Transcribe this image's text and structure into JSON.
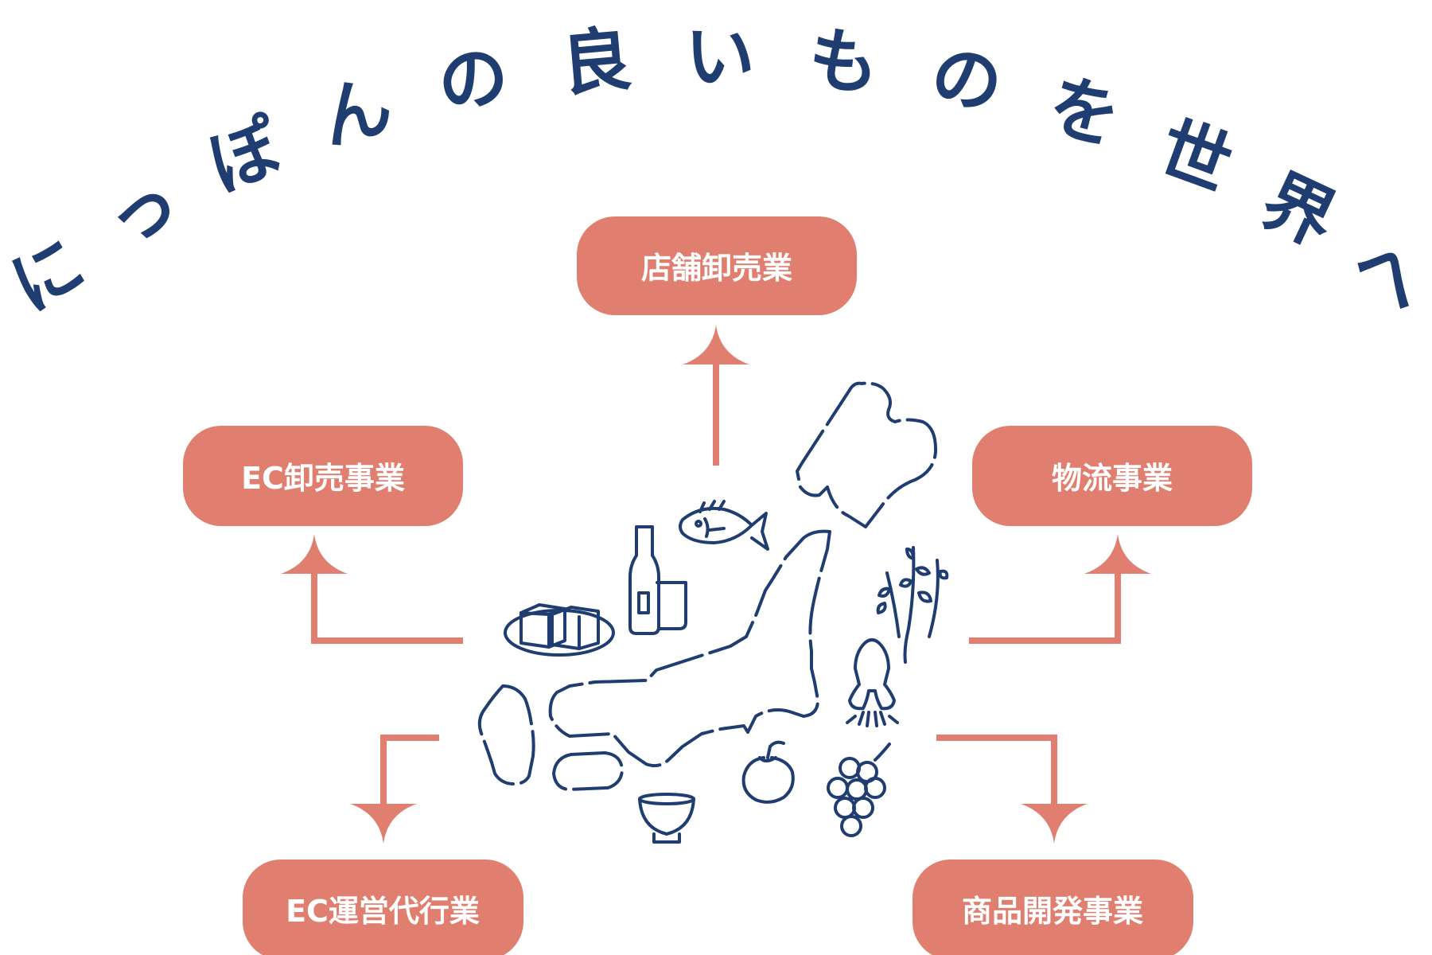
{
  "title": {
    "text": "にっぽんの良いものを世界へ",
    "color": "#1f3d70"
  },
  "colors": {
    "accent": "#e07e6f",
    "line": "#1f3d70",
    "node_text": "#ffffff"
  },
  "nodes": {
    "store_wholesale": "店舗卸売業",
    "ec_wholesale": "EC卸売事業",
    "logistics": "物流事業",
    "ec_operation": "EC運営代行業",
    "product_development": "商品開発事業"
  },
  "icons": [
    "fish-icon",
    "sake-bottle-icon",
    "tofu-icon",
    "rice-plant-icon",
    "squid-icon",
    "persimmon-icon",
    "grapes-icon",
    "tea-bowl-icon",
    "japan-map"
  ]
}
